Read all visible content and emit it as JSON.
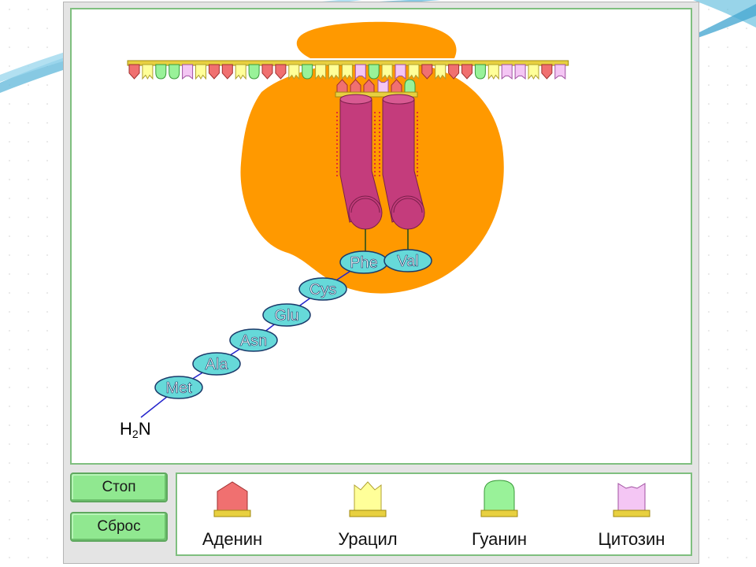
{
  "colors": {
    "adenine": "#f07070",
    "uracil": "#ffff99",
    "guanine": "#99f299",
    "cytosine": "#f4c6f4",
    "ribosome": "#ff9900",
    "trna": "#c43c7c",
    "amino_acid": "#66d9d9",
    "panel_border": "#7fbf7f",
    "button": "#90e890"
  },
  "mrna": {
    "codons": [
      "A",
      "U",
      "G",
      "G",
      "C",
      "U",
      "A",
      "A",
      "U",
      "G",
      "A",
      "A",
      "U",
      "G",
      "U",
      "U",
      "U",
      "C",
      "G",
      "U",
      "C",
      "U",
      "A",
      "U",
      "A",
      "A",
      "G",
      "U",
      "C",
      "C",
      "U",
      "A",
      "C"
    ]
  },
  "trna": {
    "anticodons": [
      [
        "A",
        "A",
        "A"
      ],
      [
        "C",
        "A",
        "G"
      ]
    ]
  },
  "protein": {
    "amino_acids": [
      "Met",
      "Ala",
      "Asn",
      "Glu",
      "Cys",
      "Phe",
      "Val"
    ],
    "n_terminus": "H",
    "n_terminus_sub": "2",
    "n_terminus_end": "N"
  },
  "controls": {
    "stop_label": "Стоп",
    "reset_label": "Сброс"
  },
  "legend": [
    {
      "key": "adenine",
      "label": "Аденин",
      "icon": "adenine-nucleotide-icon"
    },
    {
      "key": "uracil",
      "label": "Урацил",
      "icon": "uracil-nucleotide-icon"
    },
    {
      "key": "guanine",
      "label": "Гуанин",
      "icon": "guanine-nucleotide-icon"
    },
    {
      "key": "cytosine",
      "label": "Цитозин",
      "icon": "cytosine-nucleotide-icon"
    }
  ]
}
